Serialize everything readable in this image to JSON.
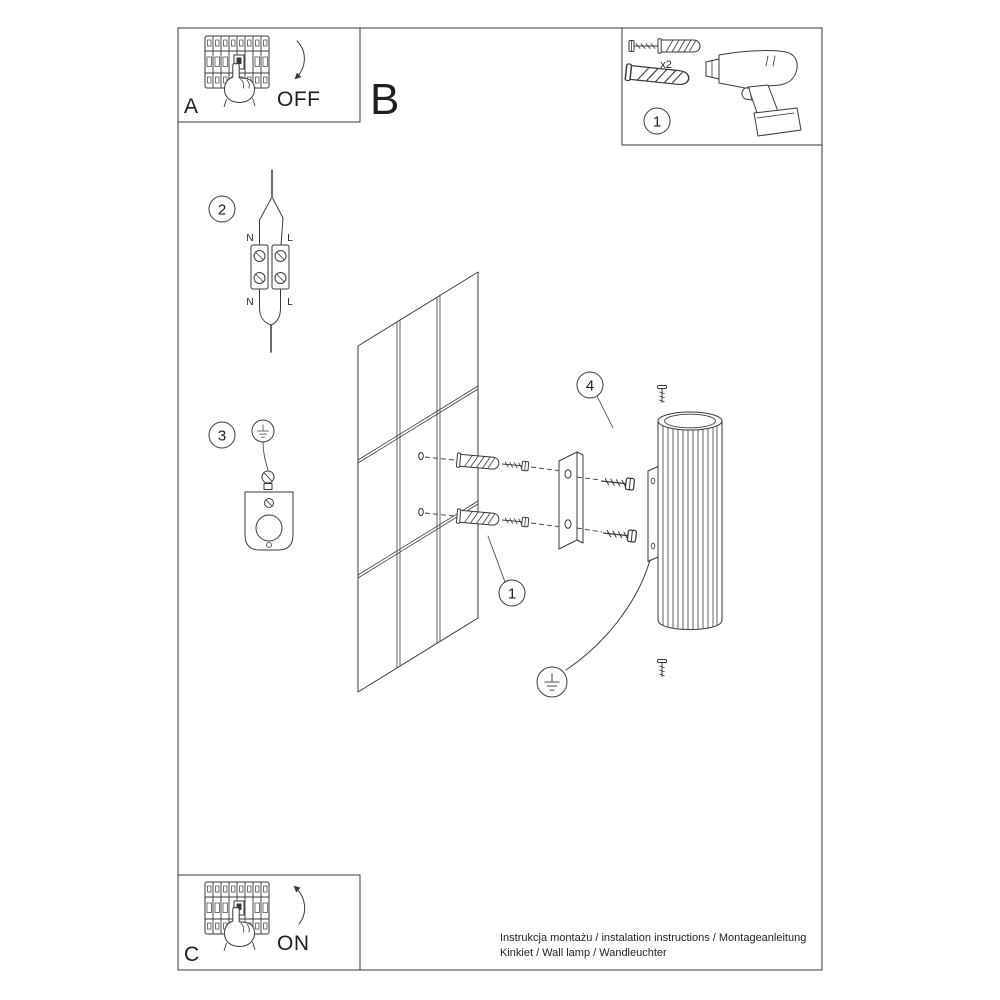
{
  "colors": {
    "ink": "#3a3a3a",
    "text": "#1f1f1f"
  },
  "panel_a": {
    "label": "A",
    "state": "OFF"
  },
  "panel_c": {
    "label": "C",
    "state": "ON"
  },
  "section_b": {
    "label": "B"
  },
  "tools": {
    "step": "1",
    "anchors_qty": "x2"
  },
  "steps": {
    "screws": "1",
    "wire": "2",
    "ground": "3",
    "bracket": "4"
  },
  "wiring": {
    "n_top": "N",
    "l_top": "L",
    "n_bottom": "N",
    "l_bottom": "L"
  },
  "footer": {
    "line1": "Instrukcja montażu / instalation instructions / Montageanleitung",
    "line2": "Kinkiet / Wall lamp / Wandleuchter"
  }
}
